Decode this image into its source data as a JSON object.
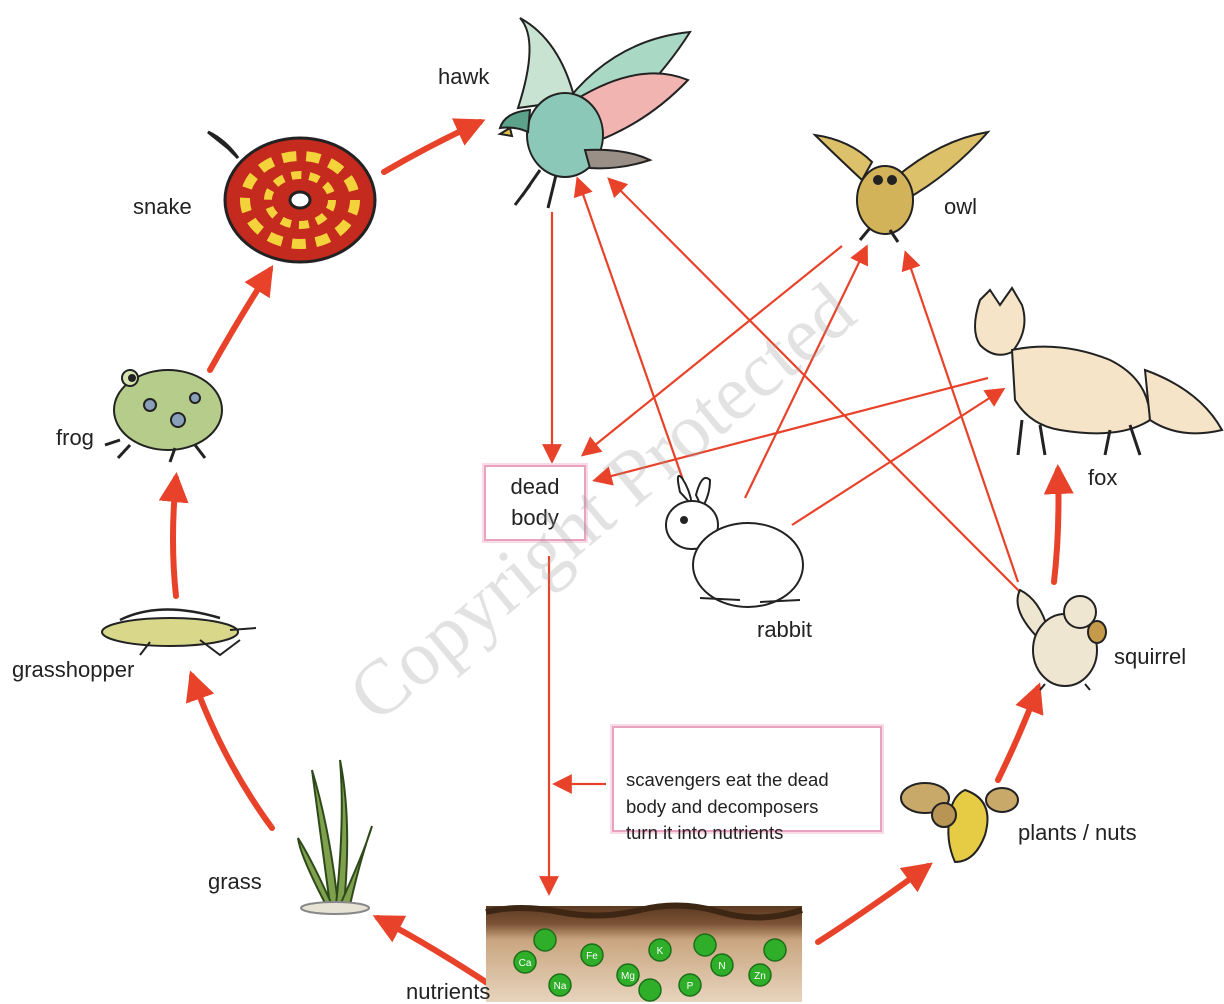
{
  "organisms": {
    "hawk": "hawk",
    "owl": "owl",
    "snake": "snake",
    "fox": "fox",
    "frog": "frog",
    "rabbit": "rabbit",
    "squirrel": "squirrel",
    "grasshopper": "grasshopper",
    "grass": "grass",
    "plants": "plants / nuts",
    "nutrients": "nutrients"
  },
  "dead_body": "dead\nbody",
  "note": "scavengers eat the dead\nbody and decomposers\nturn it into nutrients",
  "watermark": "Copyright Protected",
  "soil_elements": [
    "Ca",
    "Na",
    "Fe",
    "Mg",
    "K",
    "P",
    "N",
    "Zn"
  ],
  "colors": {
    "arrow": "#e8432a",
    "box_border": "#e9a3c0"
  }
}
